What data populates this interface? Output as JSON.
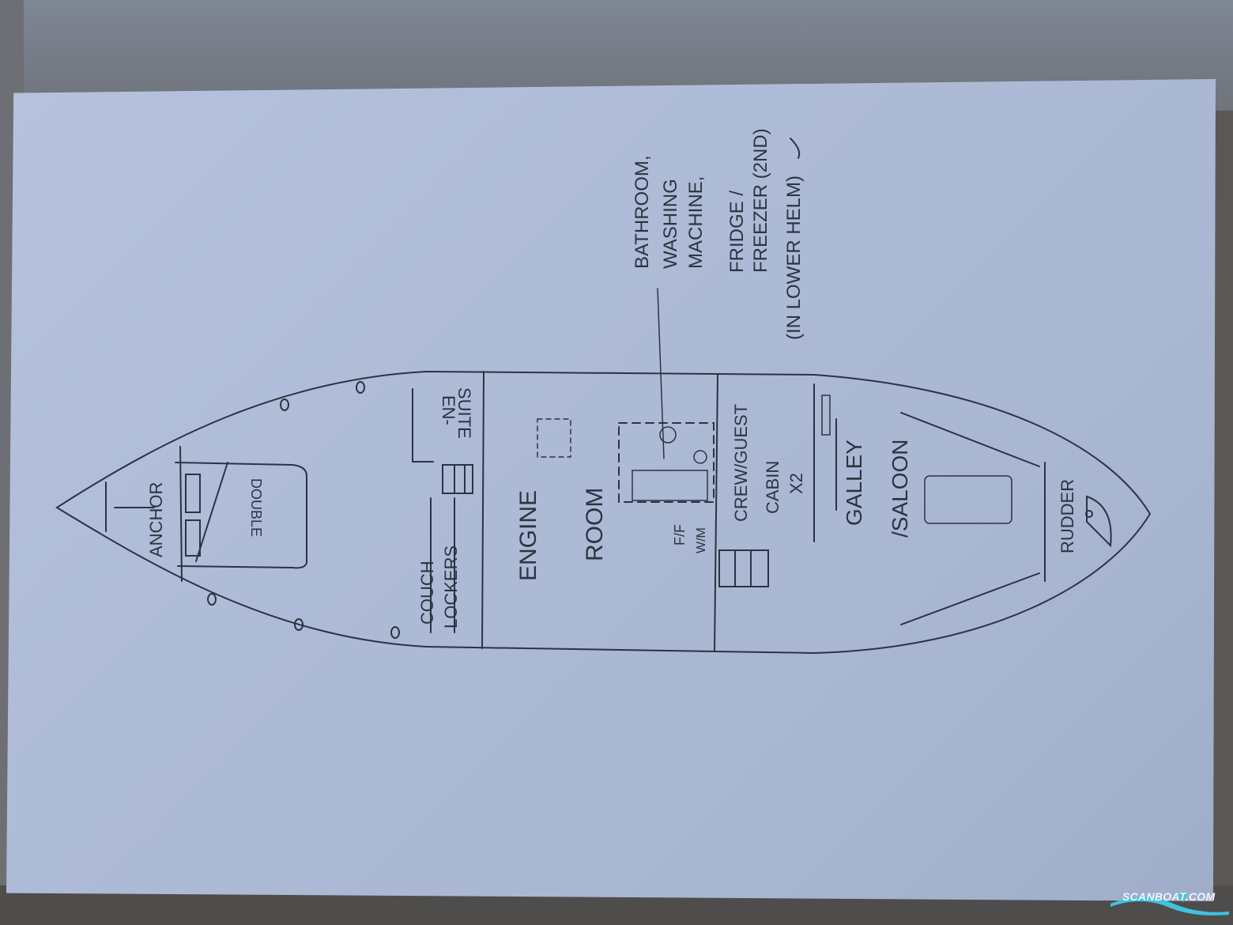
{
  "photo": {
    "subject": "Hand-drawn boat layout sketch on paper",
    "labels": {
      "anchor": "ANCHOR",
      "double": "DOUBLE",
      "couch": "COUCH",
      "lockers": "LOCKERS",
      "en_suite_1": "EN-",
      "en_suite_2": "SUITE",
      "engine": "ENGINE",
      "room": "ROOM",
      "ff": "F/F",
      "wm": "W/M",
      "crew_guest": "CREW/GUEST",
      "cabin": "CABIN",
      "x2": "X2",
      "galley": "GALLEY",
      "saloon": "/SALOON",
      "rudder": "RUDDER"
    },
    "annotation": {
      "line1": "BATHROOM,",
      "line2": "WASHING",
      "line3": "MACHINE,",
      "line4": "FRIDGE /",
      "line5": "FREEZER (2ND)",
      "line6": "(IN LOWER HELM)"
    }
  },
  "watermark": {
    "text": "SCANBOAT.COM"
  },
  "colors": {
    "paper": "#aebbd7",
    "pencil": "#2c3342",
    "watermark_wave": "#3ec3e0"
  }
}
